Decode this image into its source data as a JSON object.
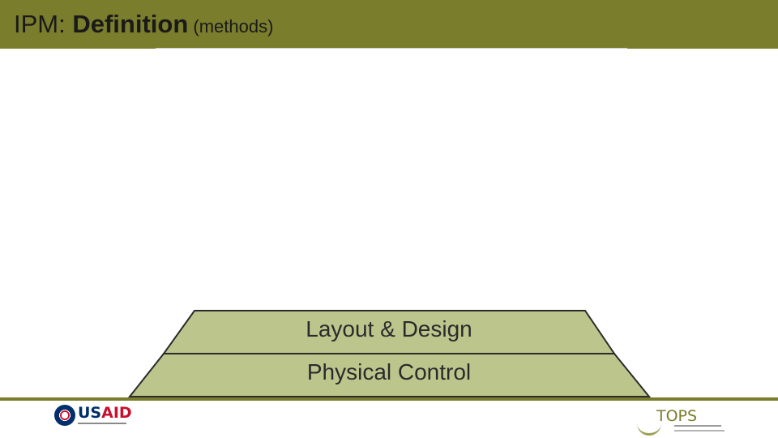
{
  "title": {
    "prefix": "IPM: ",
    "main": "Definition",
    "sub": " (methods)"
  },
  "pyramid": {
    "tiers": [
      {
        "label": "Layout & Design"
      },
      {
        "label": "Physical Control"
      }
    ],
    "fill_color": "#bcc68c",
    "stroke_color": "#2b2b2b"
  },
  "footer": {
    "left_logo": "USAID",
    "left_logo_us": "US",
    "left_logo_aid": "AID",
    "right_logo": "TOPS"
  },
  "colors": {
    "title_bar": "#7a7d2b",
    "accent": "#7a7d2b"
  }
}
